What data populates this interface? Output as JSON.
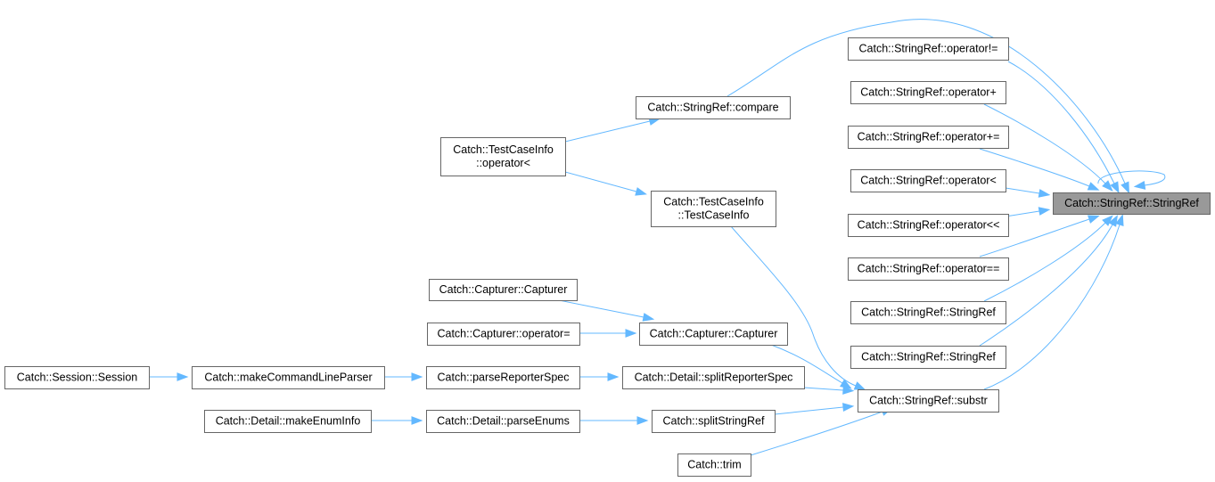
{
  "graph": {
    "colors": {
      "edge": "#63b8ff",
      "node_border": "#666666",
      "focus_fill": "#999999",
      "background": "#ffffff"
    },
    "nodes": [
      {
        "id": "stringref",
        "lines": [
          "Catch::StringRef::StringRef"
        ],
        "focus": true
      },
      {
        "id": "op_ne",
        "lines": [
          "Catch::StringRef::operator!="
        ]
      },
      {
        "id": "op_plus",
        "lines": [
          "Catch::StringRef::operator+"
        ]
      },
      {
        "id": "op_pluseq",
        "lines": [
          "Catch::StringRef::operator+="
        ]
      },
      {
        "id": "op_lt",
        "lines": [
          "Catch::StringRef::operator<"
        ]
      },
      {
        "id": "op_shl",
        "lines": [
          "Catch::StringRef::operator<<"
        ]
      },
      {
        "id": "op_eq",
        "lines": [
          "Catch::StringRef::operator=="
        ]
      },
      {
        "id": "sr_ctor_a",
        "lines": [
          "Catch::StringRef::StringRef"
        ]
      },
      {
        "id": "sr_ctor_b",
        "lines": [
          "Catch::StringRef::StringRef"
        ]
      },
      {
        "id": "substr",
        "lines": [
          "Catch::StringRef::substr"
        ]
      },
      {
        "id": "compare",
        "lines": [
          "Catch::StringRef::compare"
        ]
      },
      {
        "id": "tci_op_lt",
        "lines": [
          "Catch::TestCaseInfo",
          "::operator<"
        ]
      },
      {
        "id": "tci_ctor",
        "lines": [
          "Catch::TestCaseInfo",
          "::TestCaseInfo"
        ]
      },
      {
        "id": "cap_cap",
        "lines": [
          "Catch::Capturer::Capturer"
        ]
      },
      {
        "id": "cap_cap_left",
        "lines": [
          "Catch::Capturer::Capturer"
        ]
      },
      {
        "id": "cap_op_assign",
        "lines": [
          "Catch::Capturer::operator="
        ]
      },
      {
        "id": "split_rep",
        "lines": [
          "Catch::Detail::splitReporterSpec"
        ]
      },
      {
        "id": "parse_rep",
        "lines": [
          "Catch::parseReporterSpec"
        ]
      },
      {
        "id": "make_clp",
        "lines": [
          "Catch::makeCommandLineParser"
        ]
      },
      {
        "id": "session",
        "lines": [
          "Catch::Session::Session"
        ]
      },
      {
        "id": "split_sr",
        "lines": [
          "Catch::splitStringRef"
        ]
      },
      {
        "id": "parse_enums",
        "lines": [
          "Catch::Detail::parseEnums"
        ]
      },
      {
        "id": "make_enum",
        "lines": [
          "Catch::Detail::makeEnumInfo"
        ]
      },
      {
        "id": "trim",
        "lines": [
          "Catch::trim"
        ]
      }
    ],
    "edges": [
      {
        "from": "op_ne",
        "to": "stringref"
      },
      {
        "from": "op_plus",
        "to": "stringref"
      },
      {
        "from": "op_pluseq",
        "to": "stringref"
      },
      {
        "from": "op_lt",
        "to": "stringref"
      },
      {
        "from": "op_shl",
        "to": "stringref"
      },
      {
        "from": "op_eq",
        "to": "stringref"
      },
      {
        "from": "sr_ctor_a",
        "to": "stringref"
      },
      {
        "from": "sr_ctor_b",
        "to": "stringref"
      },
      {
        "from": "substr",
        "to": "stringref"
      },
      {
        "from": "compare",
        "to": "stringref"
      },
      {
        "from": "stringref",
        "to": "stringref"
      },
      {
        "from": "tci_op_lt",
        "to": "compare"
      },
      {
        "from": "tci_op_lt",
        "to": "tci_ctor"
      },
      {
        "from": "tci_ctor",
        "to": "substr"
      },
      {
        "from": "cap_cap",
        "to": "substr"
      },
      {
        "from": "cap_cap_left",
        "to": "cap_cap"
      },
      {
        "from": "cap_op_assign",
        "to": "cap_cap"
      },
      {
        "from": "split_rep",
        "to": "substr"
      },
      {
        "from": "parse_rep",
        "to": "split_rep"
      },
      {
        "from": "make_clp",
        "to": "parse_rep"
      },
      {
        "from": "session",
        "to": "make_clp"
      },
      {
        "from": "split_sr",
        "to": "substr"
      },
      {
        "from": "parse_enums",
        "to": "split_sr"
      },
      {
        "from": "make_enum",
        "to": "parse_enums"
      },
      {
        "from": "trim",
        "to": "substr"
      }
    ]
  }
}
